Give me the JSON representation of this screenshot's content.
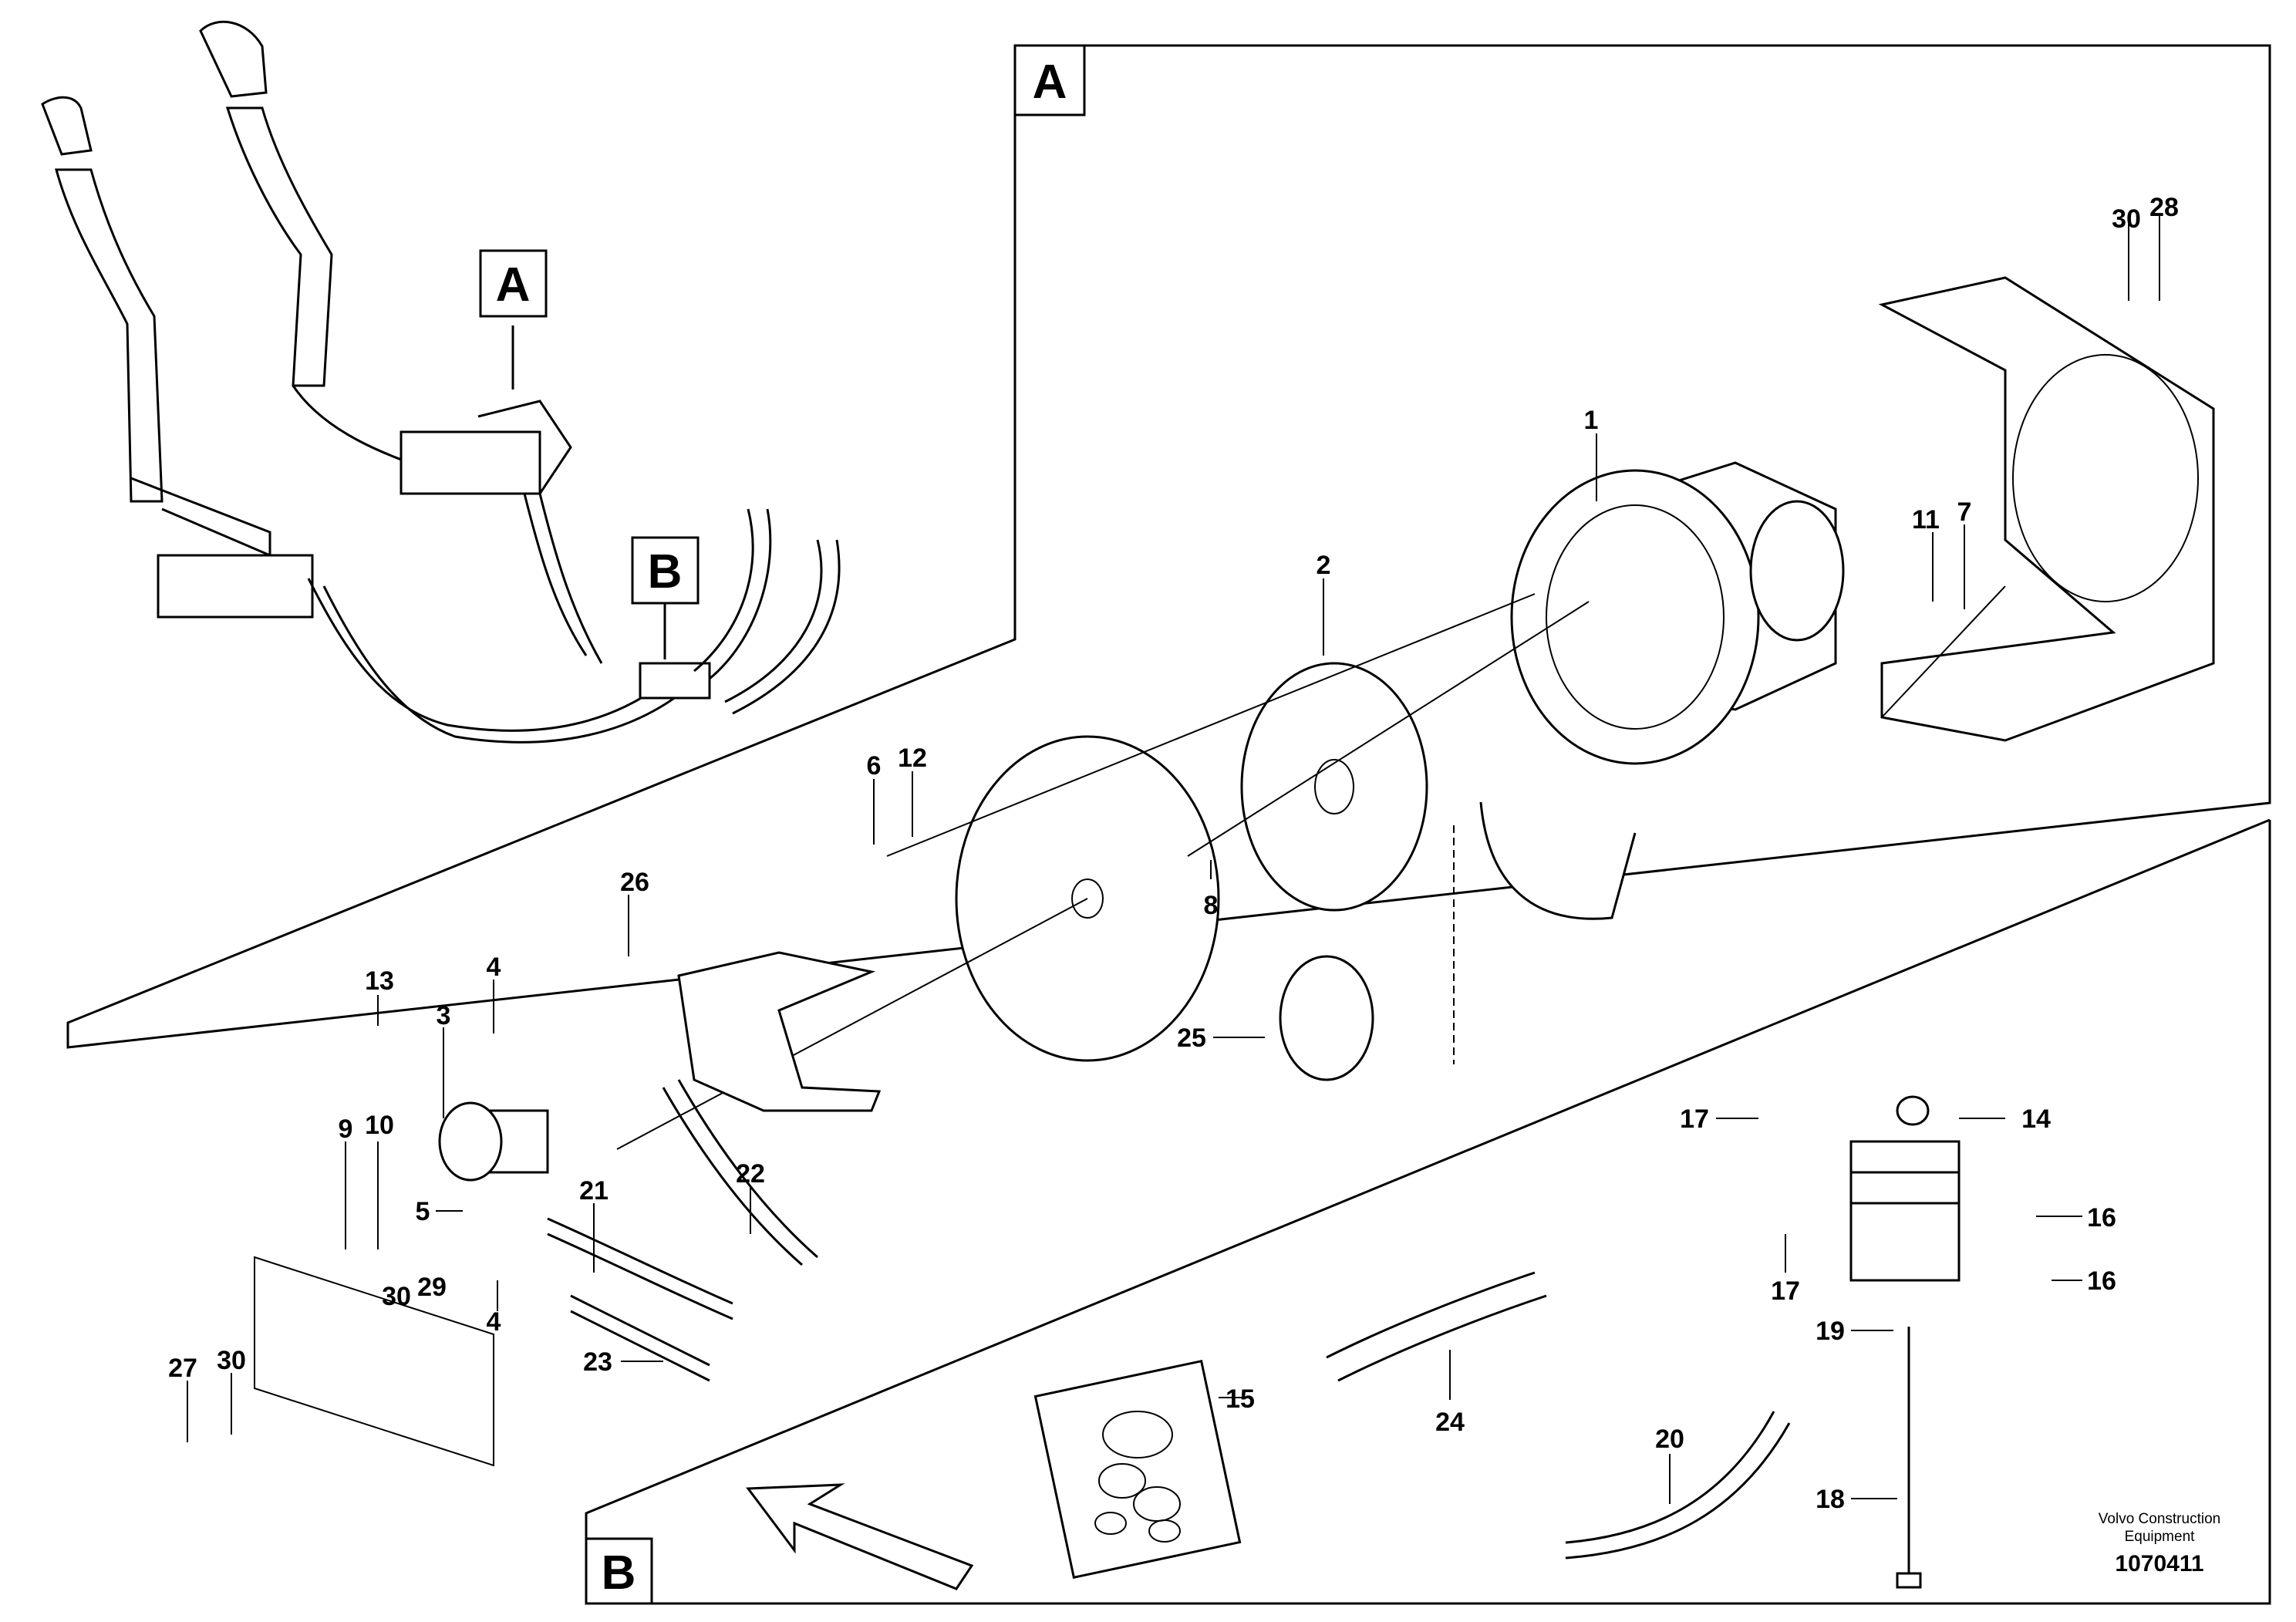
{
  "callouts": {
    "c1": "1",
    "c2": "2",
    "c3": "3",
    "c4a": "4",
    "c4b": "4",
    "c5": "5",
    "c6": "6",
    "c7": "7",
    "c8": "8",
    "c9": "9",
    "c10": "10",
    "c11": "11",
    "c12": "12",
    "c13": "13",
    "c14": "14",
    "c15": "15",
    "c16a": "16",
    "c16b": "16",
    "c17a": "17",
    "c17b": "17",
    "c18": "18",
    "c19": "19",
    "c20": "20",
    "c21": "21",
    "c22": "22",
    "c23": "23",
    "c24": "24",
    "c25": "25",
    "c26": "26",
    "c27": "27",
    "c28": "28",
    "c29": "29",
    "c30a": "30",
    "c30b": "30",
    "c30c": "30"
  },
  "detail_tags": {
    "a_overview": "A",
    "b_overview": "B",
    "a_panel": "A",
    "b_panel": "B"
  },
  "footer": {
    "credit_line1": "Volvo Construction",
    "credit_line2": "Equipment",
    "drawing_number": "1070411"
  }
}
